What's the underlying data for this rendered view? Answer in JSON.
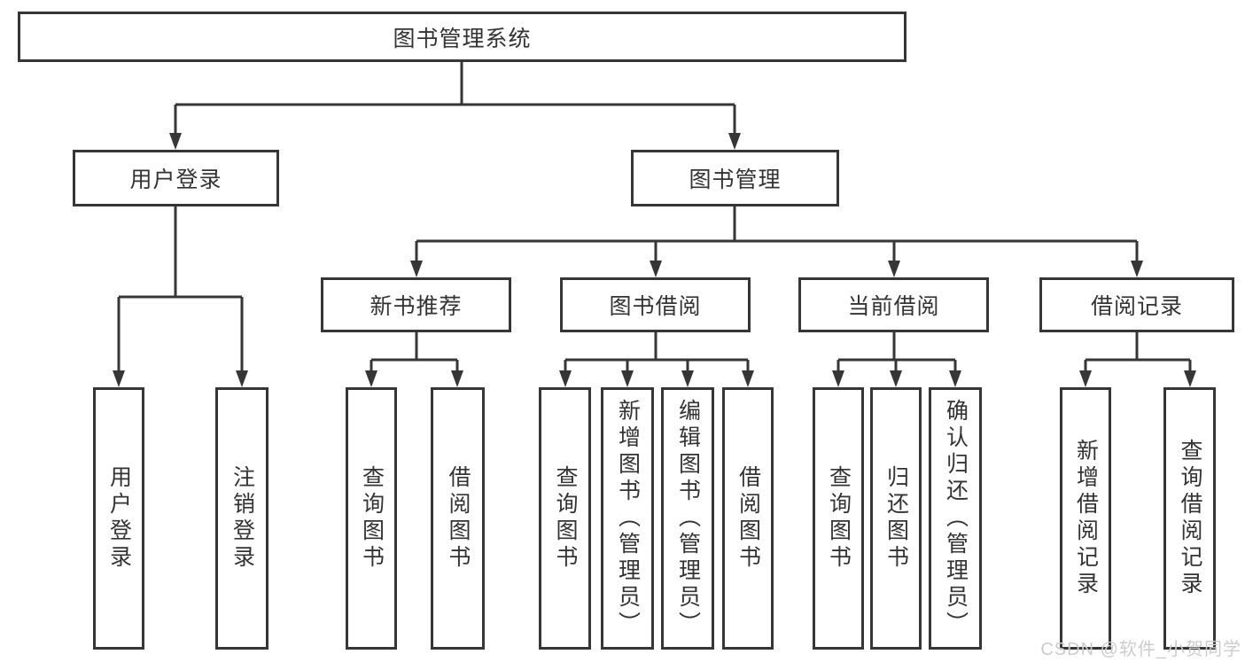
{
  "tree": {
    "label": "图书管理系统",
    "children": [
      {
        "label": "用户登录",
        "children": [
          {
            "label": "用户登录"
          },
          {
            "label": "注销登录"
          }
        ]
      },
      {
        "label": "图书管理",
        "children": [
          {
            "label": "新书推荐",
            "children": [
              {
                "label": "查询图书"
              },
              {
                "label": "借阅图书"
              }
            ]
          },
          {
            "label": "图书借阅",
            "children": [
              {
                "label": "查询图书"
              },
              {
                "label": "新增图书（管理员）"
              },
              {
                "label": "编辑图书（管理员）"
              },
              {
                "label": "借阅图书"
              }
            ]
          },
          {
            "label": "当前借阅",
            "children": [
              {
                "label": "查询图书"
              },
              {
                "label": "归还图书"
              },
              {
                "label": "确认归还（管理员）"
              }
            ]
          },
          {
            "label": "借阅记录",
            "children": [
              {
                "label": "新增借阅记录"
              },
              {
                "label": "查询借阅记录"
              }
            ]
          }
        ]
      }
    ]
  },
  "watermark": "CSDN @软件_小贺同学",
  "colors": {
    "line": "#363636",
    "text": "#333333",
    "background": "#ffffff",
    "watermark": "#cccccc"
  }
}
